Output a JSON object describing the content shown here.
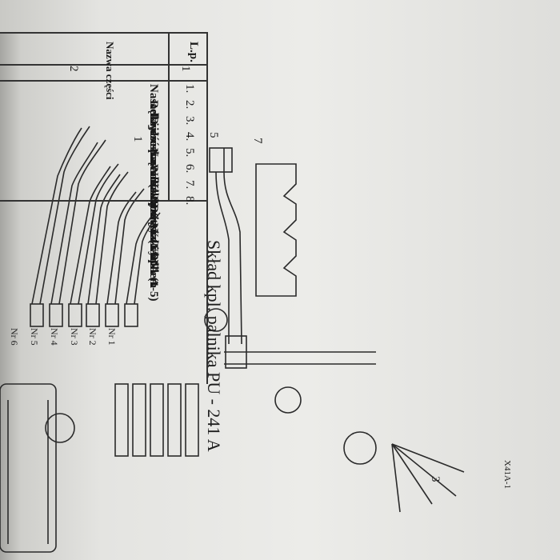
{
  "title": "Skład kpl. palnika PU - 241 A",
  "figure_labels": [
    "1",
    "3",
    "5",
    "7"
  ],
  "nozzle_labels": [
    "Nr 1",
    "Nr 2",
    "Nr 3",
    "Nr 4",
    "Nr 5",
    "Nr 6"
  ],
  "tip_marking": "X41A-1",
  "table": {
    "headers": {
      "lp": "L.p.",
      "name": "Nazwa części",
      "col_no_1": "1",
      "col_no_2": "2"
    },
    "rows": [
      {
        "lp": "1.",
        "name": "Nasadki do spawania NDS Nr (1-6) A"
      },
      {
        "lp": "2.",
        "name": "Rękojeść"
      },
      {
        "lp": "3.",
        "name": "Dysze tnące rowkowe X41A Nr (1-5)"
      },
      {
        "lp": "4.",
        "name": "Łuska Nr (1-2)"
      },
      {
        "lp": "5.",
        "name": "Nasadka do cięcia NDC - A"
      },
      {
        "lp": "6.",
        "name": "Wózek prosty z cyrklem"
      },
      {
        "lp": "7.",
        "name": "Klucz"
      },
      {
        "lp": "8.",
        "name": "Przetyczki kpl."
      }
    ]
  }
}
